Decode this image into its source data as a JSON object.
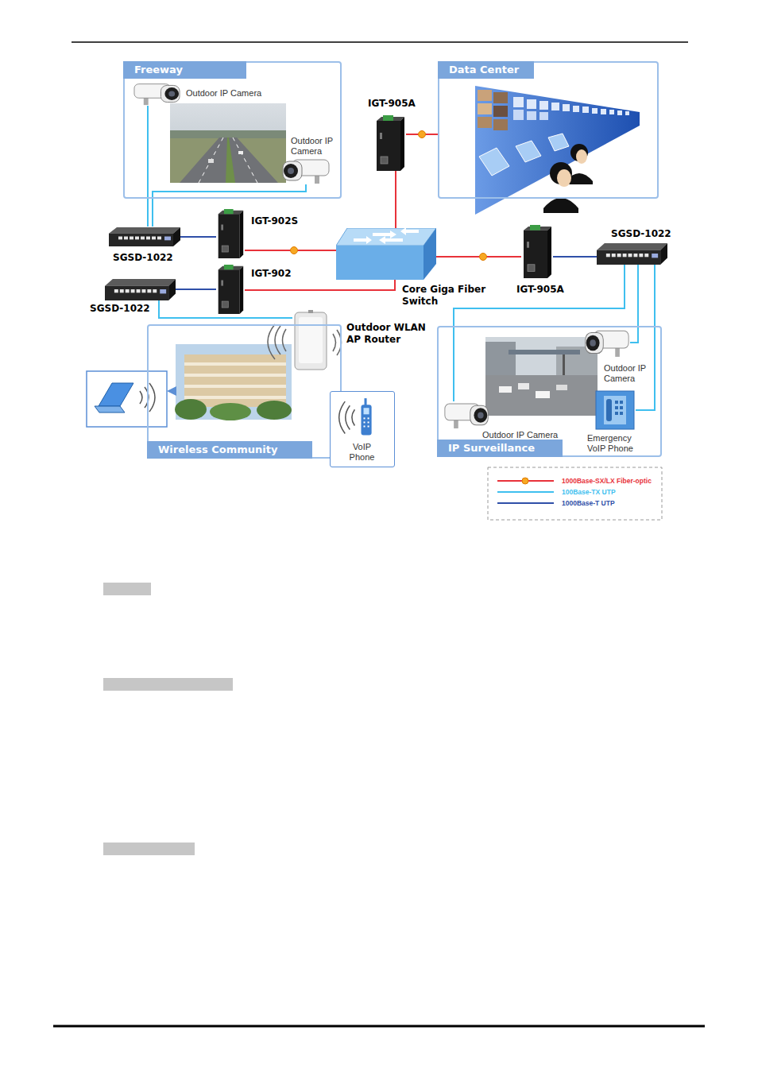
{
  "diagram": {
    "nodes": [
      {
        "text": [
          "Freeway"
        ]
      },
      {
        "text": [
          "Outdoor IP Camera"
        ],
        "in": 0
      },
      {
        "text": [
          "Outdoor IP Camera"
        ],
        "in": 0
      },
      {
        "text": [
          "IGT-905A"
        ]
      },
      {
        "text": [
          "Data Center"
        ]
      },
      {
        "text": [
          "SGSD-1022"
        ]
      },
      {
        "text": [
          "IGT-902S"
        ]
      },
      {
        "text": [
          "Core Giga Fiber Switch"
        ]
      },
      {
        "text": [
          "IGT-905A"
        ]
      },
      {
        "text": [
          "SGSD-1022"
        ]
      },
      {
        "text": [
          "IGT-902"
        ]
      },
      {
        "text": [
          "SGSD-1022"
        ]
      },
      {
        "text": [
          "Outdoor WLAN AP Router"
        ]
      },
      {
        "text": [
          "Wireless Community"
        ]
      },
      {
        "text": [
          "VoIP Phone"
        ]
      },
      {
        "text": [
          "IP Surveillance"
        ]
      },
      {
        "text": [
          "Outdoor IP Camera"
        ],
        "in": 15
      },
      {
        "text": [
          "Outdoor IP Camera"
        ],
        "in": 15
      },
      {
        "text": [
          "Emergency VoIP Phone"
        ],
        "in": 15
      }
    ],
    "edges": [
      {
        "from": 3,
        "to": 4,
        "arrow": "none"
      },
      {
        "from": 3,
        "to": 7,
        "arrow": "none"
      },
      {
        "from": 6,
        "to": 7,
        "arrow": "none"
      },
      {
        "from": 10,
        "to": 7,
        "arrow": "none"
      },
      {
        "from": 7,
        "to": 8,
        "arrow": "none"
      },
      {
        "from": 5,
        "to": 6,
        "arrow": "none"
      },
      {
        "from": 11,
        "to": 10,
        "arrow": "none"
      },
      {
        "from": 8,
        "to": 9,
        "arrow": "none"
      },
      {
        "from": 1,
        "to": 5,
        "arrow": "none"
      },
      {
        "from": 2,
        "to": 5,
        "arrow": "none"
      },
      {
        "from": 11,
        "to": 12,
        "arrow": "none"
      },
      {
        "from": 9,
        "to": 17,
        "arrow": "none"
      },
      {
        "from": 9,
        "to": 16,
        "arrow": "none"
      },
      {
        "from": 9,
        "to": 18,
        "arrow": "none"
      }
    ],
    "legend": [
      {
        "text": "1000Base-SX/LX Fiber-optic"
      },
      {
        "text": "100Base-TX UTP"
      },
      {
        "text": "1000Base-T UTP"
      }
    ]
  }
}
